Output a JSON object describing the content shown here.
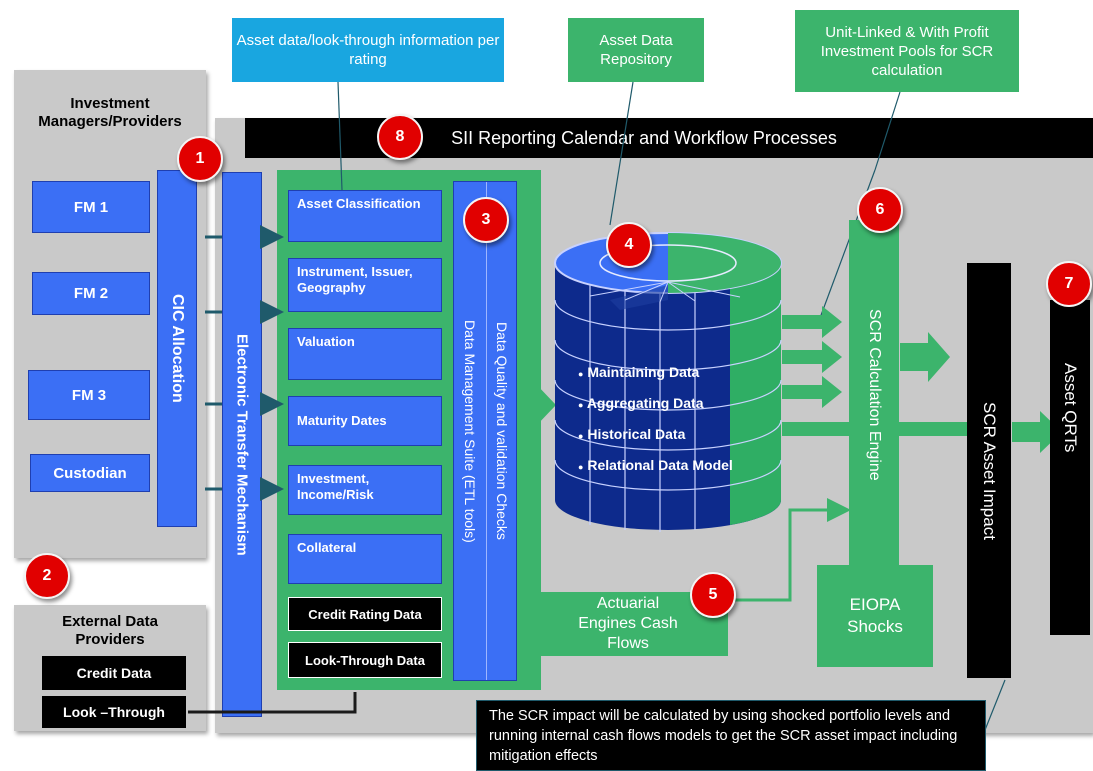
{
  "callouts": {
    "asset_data": "Asset data/look-through information per rating",
    "repository": "Asset Data Repository",
    "unit_linked": "Unit-Linked & With Profit Investment  Pools for SCR calculation"
  },
  "calendar_bar": "SII Reporting Calendar and Workflow Processes",
  "investment_managers": {
    "title": "Investment Managers/Providers",
    "items": [
      "FM 1",
      "FM 2",
      "FM 3",
      "Custodian"
    ]
  },
  "cic_allocation": "CIC Allocation",
  "etm": "Electronic Transfer Mechanism",
  "external": {
    "title": "External Data Providers",
    "items": [
      "Credit Data",
      "Look –Through"
    ]
  },
  "fields": [
    "Asset Classification",
    "Instrument, Issuer, Geography",
    "Valuation",
    "Maturity Dates",
    "Investment, Income/Risk",
    "Collateral"
  ],
  "black_fields": [
    "Credit Rating Data",
    "Look-Through Data"
  ],
  "etl": {
    "line1": "Data Quality and validation Checks",
    "line2": "Data Management Suite (ETL tools)"
  },
  "repository_items": [
    "Maintaining  Data",
    "Aggregating  Data",
    "Historical  Data",
    "Relational Data Model"
  ],
  "scr_engine": "SCR  Calculation Engine",
  "scr_impact": "SCR  Asset  Impact",
  "asset_qrts": "Asset  QRTs",
  "actuarial": "Actuarial Engines Cash Flows",
  "eiopa": "EIOPA Shocks",
  "note": "The SCR impact will be calculated by using shocked portfolio levels and running internal cash flows models to get the SCR asset impact including mitigation effects",
  "badges": [
    "1",
    "2",
    "3",
    "4",
    "5",
    "6",
    "7",
    "8"
  ],
  "colors": {
    "blue": "#3b6ff5",
    "green": "#3cb46c",
    "red": "#e10000",
    "cyan": "#19a6e0",
    "navy": "#0d2a8c"
  }
}
